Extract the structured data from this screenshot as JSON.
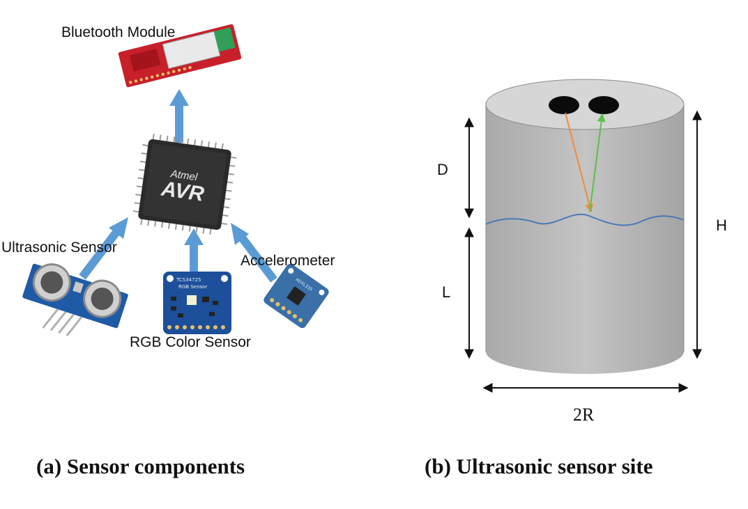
{
  "panel_a": {
    "caption": "(a) Sensor components",
    "components": {
      "bluetooth": "Bluetooth Module",
      "microcontroller_brand": "Atmel",
      "microcontroller_model": "AVR",
      "ultrasonic": "Ultrasonic Sensor",
      "rgb": "RGB Color Sensor",
      "accelerometer": "Accelerometer"
    },
    "chip_marks": {
      "rgb_board": "TCS34725",
      "rgb_board_sub": "RGB Sensor",
      "accel_board": "ADXL335"
    },
    "colors": {
      "arrow": "#5b9bd5",
      "bluetooth_board": "#c8202a",
      "sensor_board": "#1f5aa6",
      "chip": "#2a2a2a"
    }
  },
  "panel_b": {
    "caption": "(b) Ultrasonic sensor site",
    "labels": {
      "distance": "D",
      "level": "L",
      "height": "H",
      "diameter": "2R"
    },
    "colors": {
      "cylinder": "#bdbdbd",
      "cylinder_top": "#d6d6d6",
      "water_line": "#4a78b5",
      "emit_beam": "#f08a3c",
      "echo_beam": "#5cbf4a"
    }
  }
}
